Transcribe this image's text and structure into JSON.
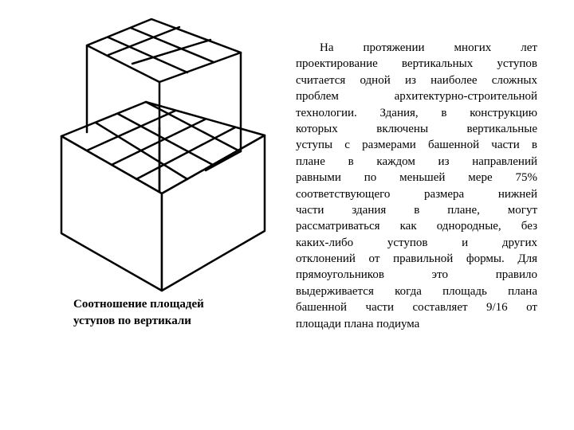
{
  "caption": {
    "lines": [
      "Соотношение площадей",
      "уступов по вертикали"
    ]
  },
  "body": {
    "lines": [
      "На протяжении многих лет",
      "проектирование вертикальных уступов",
      "считается одной из наиболее сложных",
      "проблем архитектурно-строительной",
      "технологии. Здания, в конструкцию",
      "которых включены вертикальные",
      "уступы с размерами башенной части в",
      "плане в каждом из направлений",
      "равными по меньшей мере 75%",
      "соответствующего размера нижней",
      "части здания в плане, могут",
      "рассматриваться как однородные, без",
      "каких-либо уступов и других",
      "отклонений от правильной формы. Для",
      "прямоугольников это правило",
      "выдерживается когда площадь плана",
      "башенной части составляет 9/16 от",
      "площади плана подиума"
    ]
  }
}
